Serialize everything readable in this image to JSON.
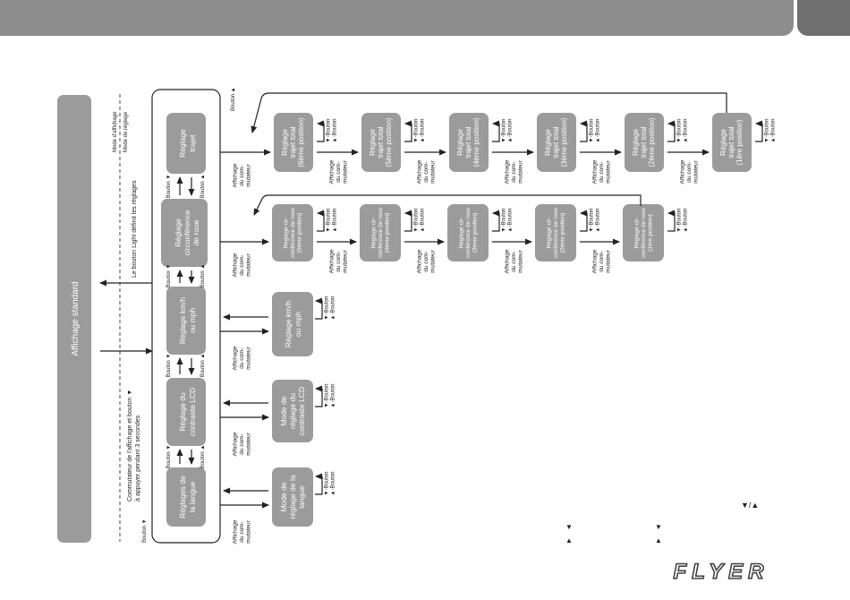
{
  "standard_display": "Affichage standard",
  "side_notes": {
    "long_press": [
      "Commutateur de l'affichage et bouton ▼",
      "à appuyer pendant 3 secondes"
    ],
    "light_button": "Le bouton Light définit les réglages",
    "display_mode": "Mode d'affichage",
    "settings_mode": "Mode de réglage"
  },
  "main_column": [
    [
      "Réglages de",
      "la langue"
    ],
    [
      "Réglage du",
      "contraste LCD"
    ],
    [
      "Réglage km/h",
      "ou mph"
    ],
    [
      "Réglage",
      "circonférence",
      "de roue"
    ],
    [
      "Réglage",
      "trajet"
    ]
  ],
  "mode_boxes": {
    "language": [
      "Mode de",
      "réglage de la",
      "langue"
    ],
    "contrast": [
      "Mode de",
      "réglage du",
      "contraste LCD"
    ],
    "speed": [
      "Réglage km/h",
      "ou mph"
    ]
  },
  "wheel_steps": [
    [
      "Réglage cir-",
      "conférence de roue",
      "(5ème position)"
    ],
    [
      "Réglage cir-",
      "conférence de roue",
      "(4ème position)"
    ],
    [
      "Réglage cir-",
      "conférence de roue",
      "(3ème position)"
    ],
    [
      "Réglage cir-",
      "conférence de roue",
      "(2ème position)"
    ],
    [
      "Réglage cir-",
      "conférence de roue",
      "(1ère position)"
    ]
  ],
  "trip_steps": [
    [
      "Réglage",
      "trajet total",
      "(6ème position)"
    ],
    [
      "Réglage",
      "trajet total",
      "(5ème position)"
    ],
    [
      "Réglage",
      "trajet total",
      "(4ème position)"
    ],
    [
      "Réglage",
      "trajet total",
      "(3ème position)"
    ],
    [
      "Réglage",
      "trajet total",
      "(2ème position)"
    ],
    [
      "Réglage",
      "trajet total",
      "(1ère position)"
    ]
  ],
  "labels": {
    "switch": [
      "Affichage",
      "du com-",
      "mutateur"
    ],
    "button_down": "Bouton ▼",
    "button_up": "Bouton ▲",
    "button_up_arrow": "▲-Bouton",
    "button_down_arrow": "▼-Bouton"
  },
  "legend": {
    "down_up": "▼/▲",
    "down": "▼",
    "up": "▲"
  },
  "brand": "FLYER",
  "colors": {
    "header": "#8d8d8d",
    "box": "#9b9b9b",
    "line": "#222222"
  }
}
